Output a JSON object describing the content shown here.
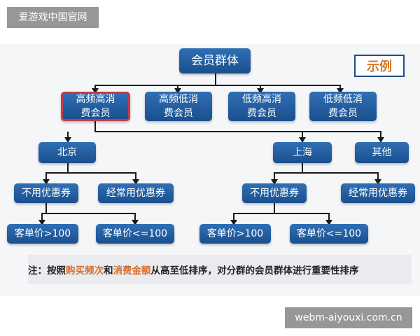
{
  "watermarks": {
    "top_left": "爱游戏中国官网",
    "bottom_right": "webm-aiyouxi.com.cn"
  },
  "example_label": "示例",
  "tree": {
    "root": "会员群体",
    "segments": [
      "高频高消\n费会员",
      "高频低消\n费会员",
      "低频高消\n费会员",
      "低频低消\n费会员"
    ],
    "regions": [
      "北京",
      "上海",
      "其他"
    ],
    "coupon_groups": {
      "beijing": [
        "不用优惠券",
        "经常用优惠券"
      ],
      "shanghai": [
        "不用优惠券",
        "经常用优惠券"
      ]
    },
    "price_groups": {
      "beijing": [
        "客单价>100",
        "客单价<=100"
      ],
      "shanghai": [
        "客单价>100",
        "客单价<=100"
      ]
    }
  },
  "note": {
    "prefix": "注：按照",
    "highlight1": "购买频次",
    "middle": "和",
    "highlight2": "消费金额",
    "suffix": "从高至低排序，对分群的会员群体进行重要性排序"
  },
  "colors": {
    "node": "#1f5a9c",
    "highlight_border": "#c8384a",
    "accent_text": "#d86d2a"
  }
}
